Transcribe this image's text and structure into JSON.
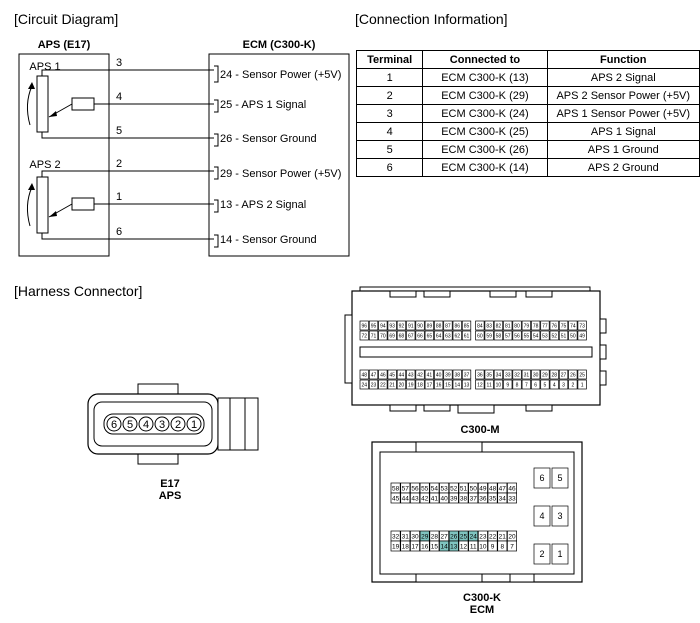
{
  "circuit": {
    "title": "[Circuit Diagram]",
    "aps_title": "APS (E17)",
    "ecm_title": "ECM (C300-K)",
    "aps1_label": "APS 1",
    "aps2_label": "APS 2",
    "wires": [
      {
        "aps_pin": "3",
        "ecm_label": "24 - Sensor Power (+5V)"
      },
      {
        "aps_pin": "4",
        "ecm_label": "25 - APS 1 Signal"
      },
      {
        "aps_pin": "5",
        "ecm_label": "26 - Sensor Ground"
      },
      {
        "aps_pin": "2",
        "ecm_label": "29 - Sensor Power (+5V)"
      },
      {
        "aps_pin": "1",
        "ecm_label": "13 - APS 2 Signal"
      },
      {
        "aps_pin": "6",
        "ecm_label": "14 - Sensor Ground"
      }
    ]
  },
  "connection": {
    "title": "[Connection Information]",
    "headers": [
      "Terminal",
      "Connected to",
      "Function"
    ],
    "rows": [
      [
        "1",
        "ECM C300-K (13)",
        "APS 2 Signal"
      ],
      [
        "2",
        "ECM C300-K (29)",
        "APS 2 Sensor Power (+5V)"
      ],
      [
        "3",
        "ECM C300-K (24)",
        "APS 1 Sensor Power (+5V)"
      ],
      [
        "4",
        "ECM C300-K (25)",
        "APS 1 Signal"
      ],
      [
        "5",
        "ECM C300-K (26)",
        "APS 1 Ground"
      ],
      [
        "6",
        "ECM C300-K (14)",
        "APS 2 Ground"
      ]
    ]
  },
  "harness": {
    "title": "[Harness Connector]",
    "e17_pins": [
      "6",
      "5",
      "4",
      "3",
      "2",
      "1"
    ],
    "e17_label1": "E17",
    "e17_label2": "APS",
    "c300m_label": "C300-M",
    "c300m_row1": [
      "96",
      "95",
      "94",
      "93",
      "92",
      "91",
      "90",
      "89",
      "88",
      "87",
      "86",
      "85",
      "84",
      "83",
      "82",
      "81",
      "80",
      "79",
      "78",
      "77",
      "76",
      "75",
      "74",
      "73"
    ],
    "c300m_row2": [
      "72",
      "71",
      "70",
      "69",
      "68",
      "67",
      "66",
      "65",
      "64",
      "63",
      "62",
      "61",
      "60",
      "59",
      "58",
      "57",
      "56",
      "55",
      "54",
      "53",
      "52",
      "51",
      "50",
      "49"
    ],
    "c300m_row3": [
      "48",
      "47",
      "46",
      "45",
      "44",
      "43",
      "42",
      "41",
      "40",
      "39",
      "38",
      "37",
      "36",
      "35",
      "34",
      "33",
      "32",
      "31",
      "30",
      "29",
      "28",
      "27",
      "26",
      "25"
    ],
    "c300m_row4": [
      "24",
      "23",
      "22",
      "21",
      "20",
      "19",
      "18",
      "17",
      "16",
      "15",
      "14",
      "13",
      "12",
      "11",
      "10",
      "9",
      "8",
      "7",
      "6",
      "5",
      "4",
      "3",
      "2",
      "1"
    ],
    "c300k_label1": "C300-K",
    "c300k_label2": "ECM",
    "c300k_row1": [
      "58",
      "57",
      "56",
      "55",
      "54",
      "53",
      "52",
      "51",
      "50",
      "49",
      "48",
      "47",
      "46"
    ],
    "c300k_row2": [
      "45",
      "44",
      "43",
      "42",
      "41",
      "40",
      "39",
      "38",
      "37",
      "36",
      "35",
      "34",
      "33"
    ],
    "c300k_row3": [
      "32",
      "31",
      "30",
      "29",
      "28",
      "27",
      "26",
      "25",
      "24",
      "23",
      "22",
      "21",
      "20"
    ],
    "c300k_row4": [
      "19",
      "18",
      "17",
      "16",
      "15",
      "14",
      "13",
      "12",
      "11",
      "10",
      "9",
      "8",
      "7"
    ],
    "c300k_big": [
      "6",
      "5",
      "4",
      "3",
      "2",
      "1"
    ],
    "highlighted": [
      "29",
      "26",
      "25",
      "24",
      "14",
      "13"
    ],
    "highlight_color": "#7fc4c0"
  }
}
